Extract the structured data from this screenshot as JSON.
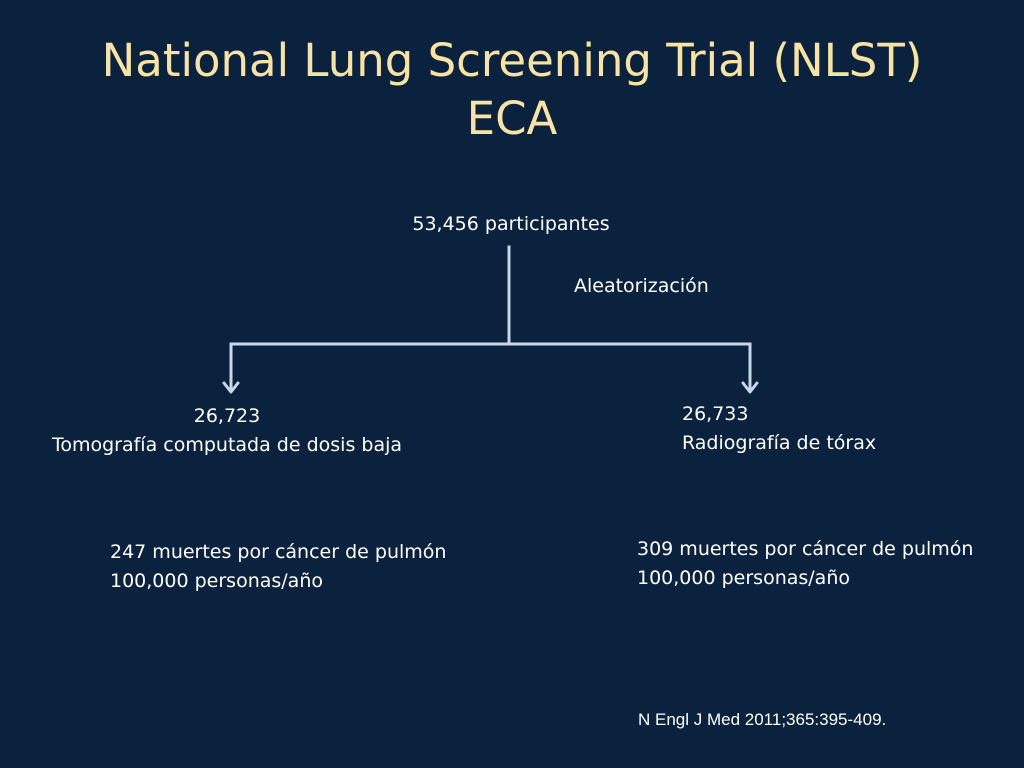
{
  "slide": {
    "title_line1": "National Lung Screening Trial (NLST)",
    "title_line2": "ECA"
  },
  "diagram": {
    "root_label": "53,456 participantes",
    "randomization_label": "Aleatorización",
    "left_branch": {
      "count": "26,723",
      "label": "Tomografía computada de dosis baja",
      "outcome_line1": "247 muertes por cáncer de pulmón",
      "outcome_line2": "100,000 personas/año"
    },
    "right_branch": {
      "count": "26,733",
      "label": "Radiografía de tórax",
      "outcome_line1": "309 muertes por cáncer de pulmón",
      "outcome_line2": "100,000 personas/año"
    },
    "line_color": "#c9d7e6"
  },
  "footer": {
    "citation": "N Engl J Med 2011;365:395-409."
  }
}
